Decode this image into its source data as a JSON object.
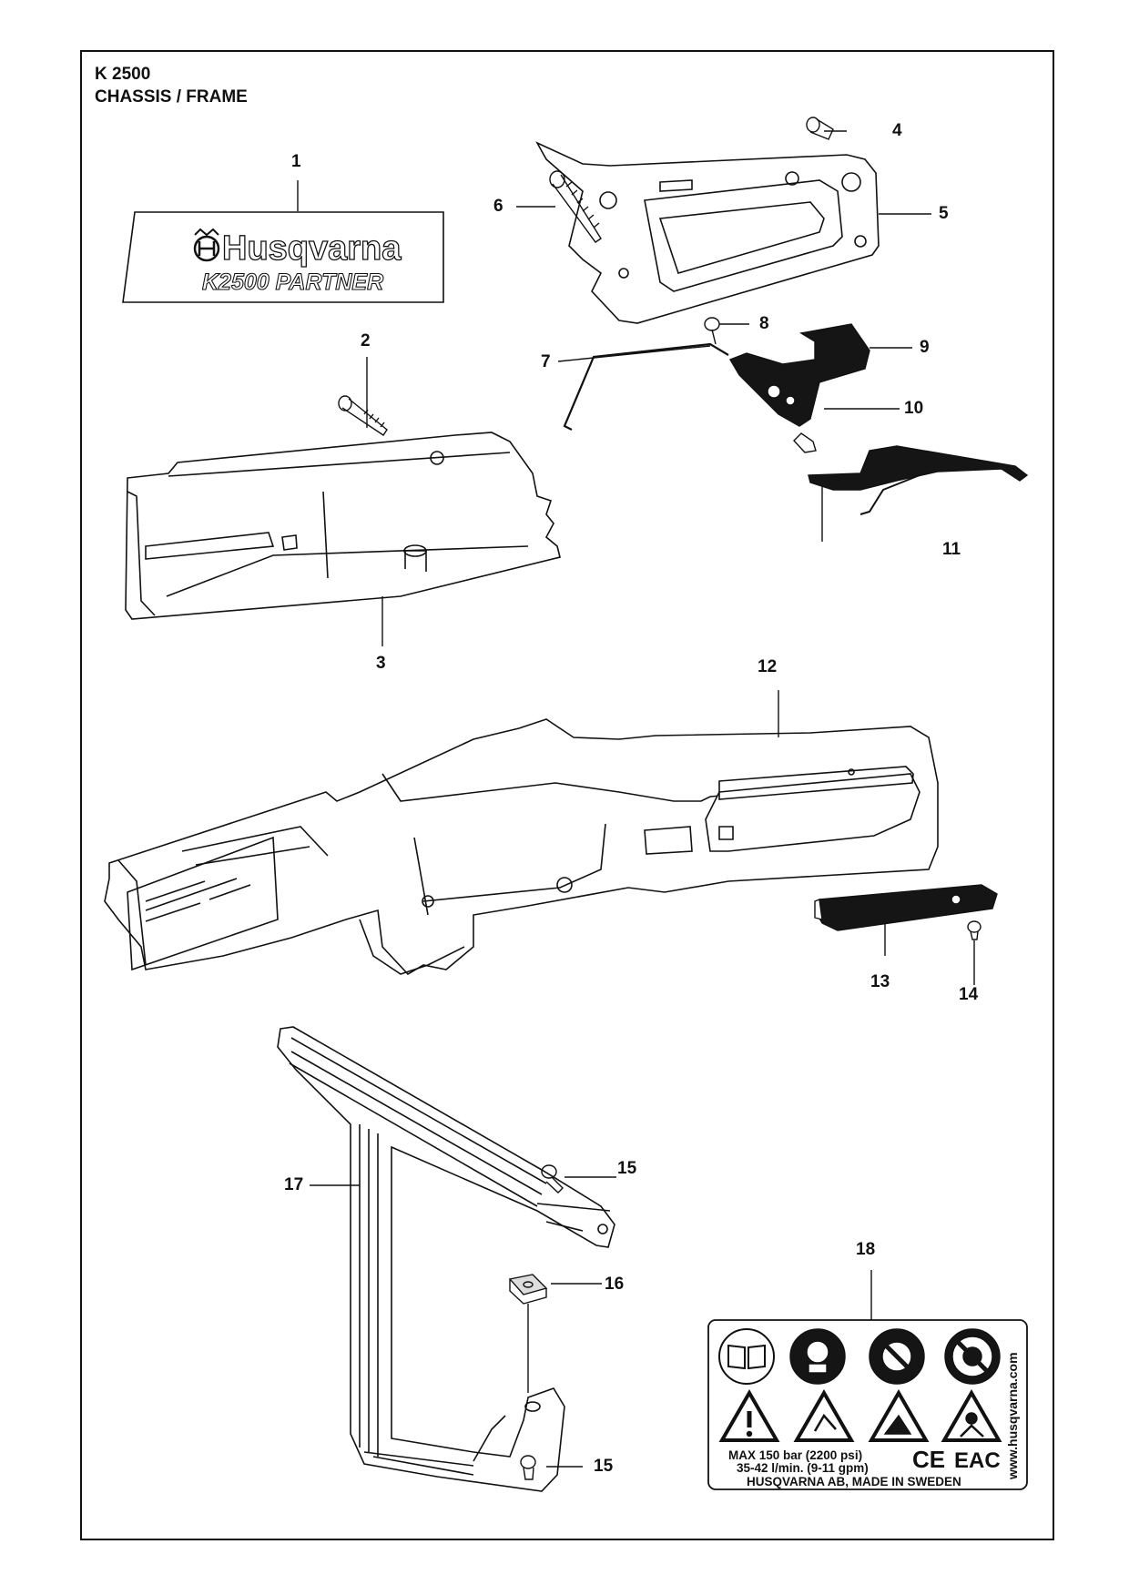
{
  "header": {
    "model": "K 2500",
    "section": "CHASSIS / FRAME"
  },
  "callouts": [
    "1",
    "2",
    "3",
    "4",
    "5",
    "6",
    "7",
    "8",
    "9",
    "10",
    "11",
    "12",
    "13",
    "14",
    "15",
    "15",
    "16",
    "17",
    "18"
  ],
  "decal": {
    "brand": "Husqvarna",
    "model": "K2500 PARTNER"
  },
  "label_plate": {
    "line1": "MAX 150 bar (2200 psi)",
    "line2": "35-42 l/min. (9-11 gpm)",
    "line3": "HUSQVARNA  AB, MADE IN SWEDEN",
    "website": "www.husqvarna.com",
    "marks": [
      "CE",
      "EAC"
    ],
    "icons": [
      "read-manual-icon",
      "head-protection-icon",
      "no-saw-blade-icon",
      "no-other-icon"
    ],
    "warnings": [
      "warning-icon",
      "kickback-warning-icon",
      "cutting-warning-icon",
      "dust-warning-icon"
    ]
  }
}
